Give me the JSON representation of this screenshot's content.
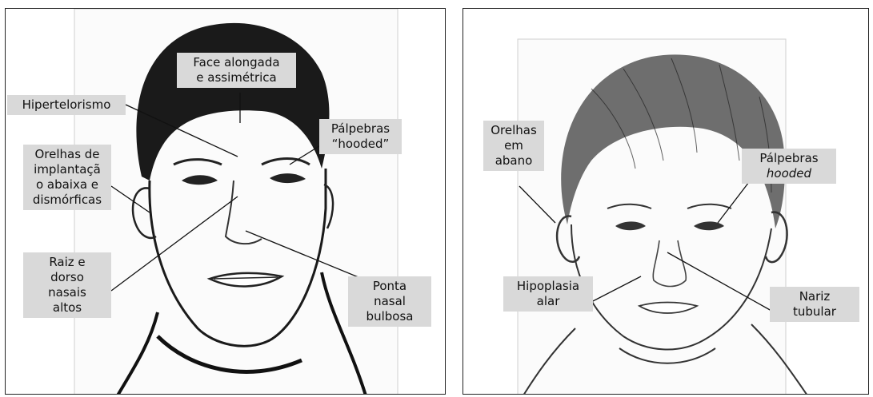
{
  "left_panel": {
    "labels": {
      "face": [
        "Face alongada",
        "e assimétrica"
      ],
      "hipertelorismo": [
        "Hipertelorismo"
      ],
      "palpebras": [
        "Pálpebras",
        "“hooded”"
      ],
      "orelhas": [
        "Orelhas de",
        "implantaçã",
        "o abaixa e",
        "dismórficas"
      ],
      "raiz": [
        "Raiz e",
        "dorso",
        "nasais",
        "altos"
      ],
      "ponta": [
        "Ponta",
        "nasal",
        "bulbosa"
      ]
    }
  },
  "right_panel": {
    "labels": {
      "orelhas": [
        "Orelhas",
        "em",
        "abano"
      ],
      "palpebras": [
        "Pálpebras",
        "hooded"
      ],
      "hipoplasia": [
        "Hipoplasia",
        "alar"
      ],
      "nariz": [
        "Nariz",
        "tubular"
      ]
    }
  }
}
